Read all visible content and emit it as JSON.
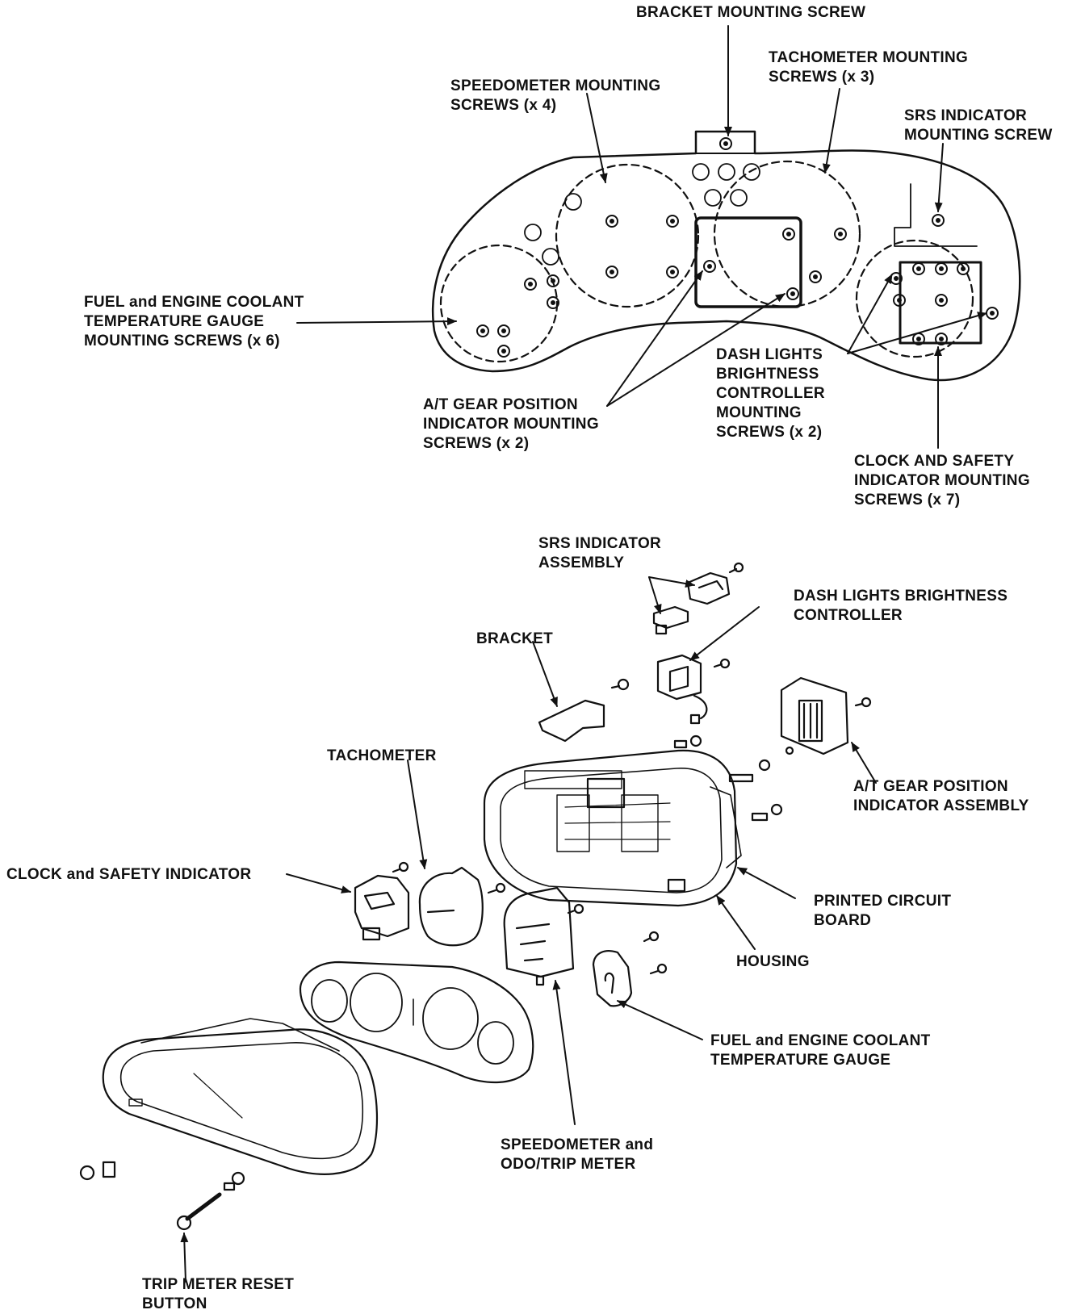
{
  "diagram": {
    "colors": {
      "ink": "#111111",
      "paper": "#ffffff"
    },
    "labels": {
      "bracket_mounting_screw": [
        "BRACKET MOUNTING SCREW"
      ],
      "tachometer_mounting_screws": [
        "TACHOMETER MOUNTING",
        "SCREWS (x 3)"
      ],
      "speedometer_mounting_screws": [
        "SPEEDOMETER MOUNTING",
        "SCREWS (x 4)"
      ],
      "srs_indicator_mounting_screw": [
        "SRS INDICATOR",
        "MOUNTING SCREW"
      ],
      "fuel_coolant_mounting_screws": [
        "FUEL and ENGINE COOLANT",
        "TEMPERATURE GAUGE",
        "MOUNTING SCREWS (x 6)"
      ],
      "dash_lights_controller_screws": [
        "DASH LIGHTS",
        "BRIGHTNESS",
        "CONTROLLER",
        "MOUNTING",
        "SCREWS (x 2)"
      ],
      "at_gear_mounting_screws": [
        "A/T GEAR POSITION",
        "INDICATOR MOUNTING",
        "SCREWS (x 2)"
      ],
      "clock_safety_mounting_screws": [
        "CLOCK AND SAFETY",
        "INDICATOR MOUNTING",
        "SCREWS (x 7)"
      ],
      "srs_indicator_assembly": [
        "SRS INDICATOR",
        "ASSEMBLY"
      ],
      "dash_lights_controller": [
        "DASH LIGHTS BRIGHTNESS",
        "CONTROLLER"
      ],
      "bracket": [
        "BRACKET"
      ],
      "at_gear_assembly": [
        "A/T GEAR POSITION",
        "INDICATOR ASSEMBLY"
      ],
      "tachometer": [
        "TACHOMETER"
      ],
      "clock_safety_indicator": [
        "CLOCK and SAFETY INDICATOR"
      ],
      "printed_circuit_board": [
        "PRINTED CIRCUIT",
        "BOARD"
      ],
      "housing": [
        "HOUSING"
      ],
      "fuel_coolant_gauge": [
        "FUEL and ENGINE COOLANT",
        "TEMPERATURE GAUGE"
      ],
      "speedometer_odo": [
        "SPEEDOMETER and",
        "ODO/TRIP METER"
      ],
      "trip_meter_reset": [
        "TRIP METER RESET",
        "BUTTON"
      ]
    }
  }
}
